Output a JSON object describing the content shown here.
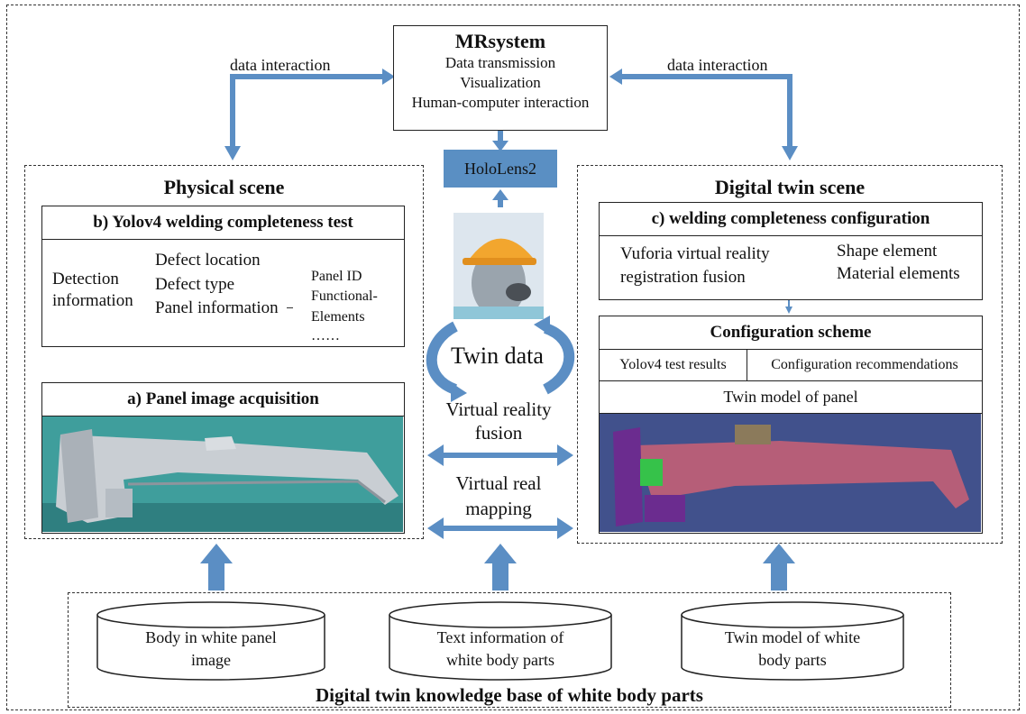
{
  "mr_system": {
    "title": "MRsystem",
    "lines": [
      "Data transmission",
      "Visualization",
      "Human-computer interaction"
    ]
  },
  "arrows": {
    "left_label": "data interaction",
    "right_label": "data interaction"
  },
  "hololens": {
    "label": "HoloLens2"
  },
  "physical": {
    "title": "Physical scene",
    "yolo": {
      "title": "b)  Yolov4 welding completeness test",
      "detection_line1": "Detection",
      "detection_line2": "information",
      "items": [
        "Defect location",
        "Defect type",
        "Panel information"
      ],
      "sub_items": [
        "Panel ID",
        "Functional-",
        "Elements",
        "……"
      ]
    },
    "acq": {
      "title": "a)  Panel image acquisition"
    }
  },
  "middle": {
    "twin_data": "Twin data",
    "fusion_line1": "Virtual reality",
    "fusion_line2": "fusion",
    "mapping_line1": "Virtual real",
    "mapping_line2": "mapping"
  },
  "digital": {
    "title": "Digital twin scene",
    "config": {
      "title": "c) welding completeness configuration",
      "left_line1": "Vuforia virtual reality",
      "left_line2": "registration fusion",
      "right_items": [
        "Shape element",
        "Material elements"
      ]
    },
    "scheme": {
      "title": "Configuration scheme",
      "cell1": "Yolov4 test results",
      "cell2": "Configuration recommendations",
      "model": "Twin model of panel"
    }
  },
  "knowledge": {
    "title": "Digital twin knowledge base of white body parts",
    "db1": [
      "Body in white panel",
      "image"
    ],
    "db2": [
      "Text information of",
      "white body parts"
    ],
    "db3": [
      "Twin model of white",
      "body parts"
    ]
  },
  "colors": {
    "arrow": "#5b8ec4",
    "arrow_dark": "#3f6fa3",
    "hololens_bg": "#5a8fc3",
    "model_bg": "#3f4f8a"
  }
}
